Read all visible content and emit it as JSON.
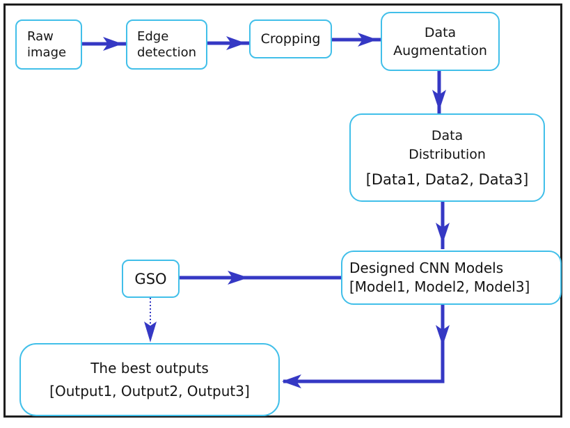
{
  "diagram": {
    "type": "flowchart",
    "nodes": {
      "raw_image": {
        "line1": "Raw",
        "line2": "image"
      },
      "edge_detection": {
        "line1": "Edge",
        "line2": "detection"
      },
      "cropping": {
        "label": "Cropping"
      },
      "data_augmentation": {
        "line1": "Data",
        "line2": "Augmentation"
      },
      "data_distribution": {
        "line1": "Data",
        "line2": "Distribution",
        "detail": "[Data1, Data2, Data3]"
      },
      "gso": {
        "label": "GSO"
      },
      "cnn_models": {
        "line1": "Designed CNN Models",
        "line2": "[Model1, Model2, Model3]"
      },
      "best_outputs": {
        "line1": "The best outputs",
        "line2": "[Output1, Output2, Output3]"
      }
    },
    "edges": [
      {
        "from": "raw_image",
        "to": "edge_detection",
        "style": "solid",
        "direction": "right"
      },
      {
        "from": "edge_detection",
        "to": "cropping",
        "style": "solid",
        "direction": "right"
      },
      {
        "from": "cropping",
        "to": "data_augmentation",
        "style": "solid",
        "direction": "right"
      },
      {
        "from": "data_augmentation",
        "to": "data_distribution",
        "style": "solid",
        "direction": "down"
      },
      {
        "from": "data_distribution",
        "to": "cnn_models",
        "style": "solid",
        "direction": "down"
      },
      {
        "from": "gso",
        "to": "cnn_models",
        "style": "solid",
        "direction": "right"
      },
      {
        "from": "gso",
        "to": "best_outputs",
        "style": "dotted",
        "direction": "down"
      },
      {
        "from": "cnn_models",
        "to": "best_outputs",
        "style": "solid",
        "direction": "down-left"
      }
    ],
    "colors": {
      "box_border": "#41bfe9",
      "arrow": "#3538c4",
      "frame": "#1e1e1e",
      "text": "#141414",
      "background": "#ffffff"
    }
  }
}
